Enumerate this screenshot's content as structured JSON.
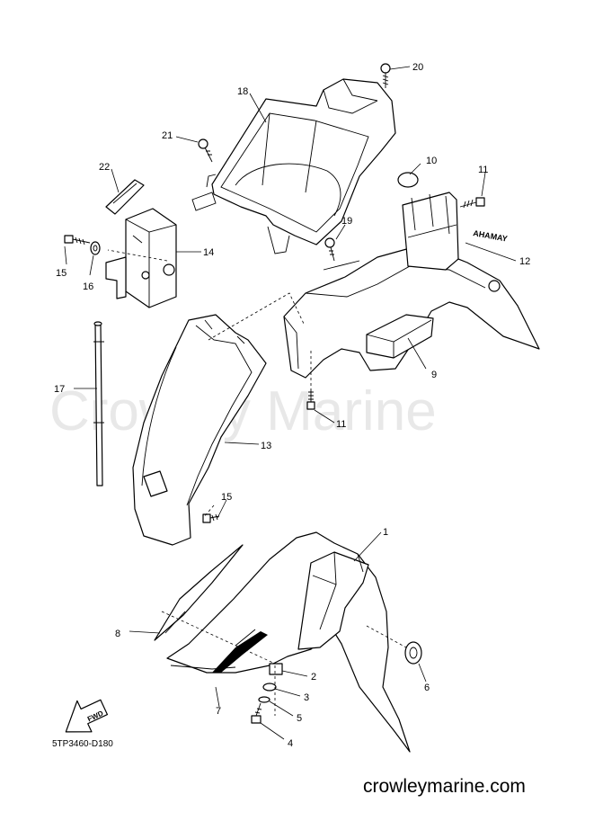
{
  "watermark": "Crowley Marine",
  "site_label": "crowleymarine.com",
  "reference_code": "5TP3460-D180",
  "fwd_label": "FWD",
  "decal_text": "AHAMAY",
  "callouts": {
    "c1": "1",
    "c2": "2",
    "c3": "3",
    "c4": "4",
    "c5": "5",
    "c6": "6",
    "c7": "7",
    "c8": "8",
    "c9": "9",
    "c10": "10",
    "c11a": "11",
    "c11b": "11",
    "c12": "12",
    "c13": "13",
    "c14": "14",
    "c15a": "15",
    "c15b": "15",
    "c16": "16",
    "c17": "17",
    "c18": "18",
    "c19": "19",
    "c20": "20",
    "c21": "21",
    "c22": "22"
  }
}
